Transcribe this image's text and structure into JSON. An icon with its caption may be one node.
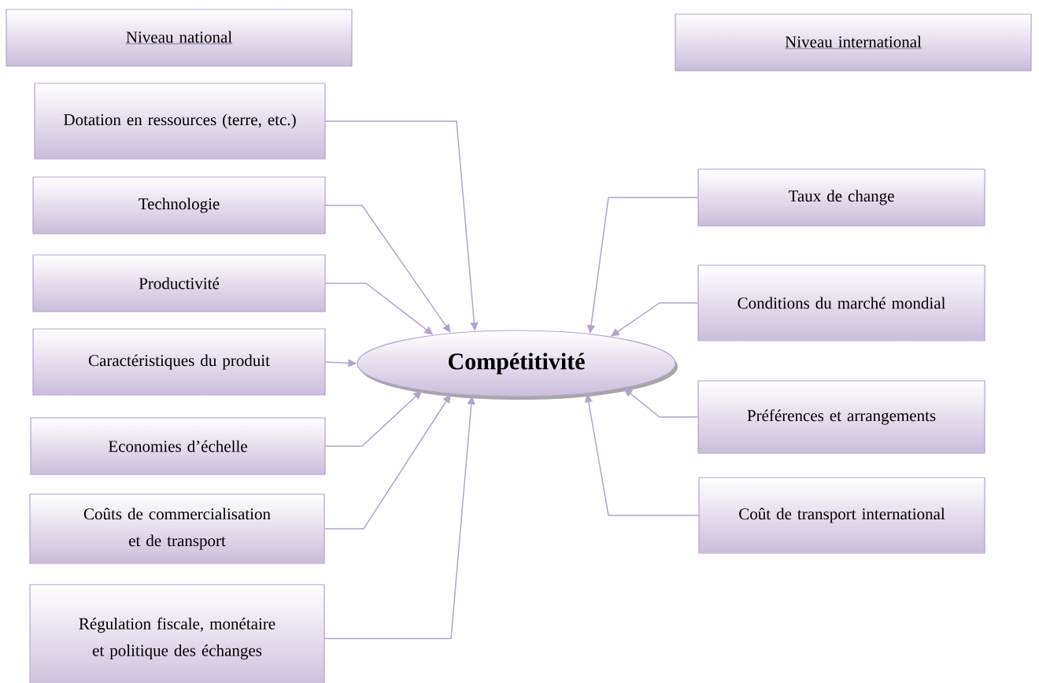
{
  "diagram": {
    "nodes": [
      {
        "text": [
          "Niveau national"
        ]
      },
      {
        "text": [
          "Niveau international"
        ]
      },
      {
        "text": [
          "Dotation en ressources (terre, etc.)"
        ]
      },
      {
        "text": [
          "Technologie"
        ]
      },
      {
        "text": [
          "Productivité"
        ]
      },
      {
        "text": [
          "Caractéristiques du produit"
        ]
      },
      {
        "text": [
          "Economies d’échelle"
        ]
      },
      {
        "text": [
          "Coûts de commercialisation et de transport"
        ]
      },
      {
        "text": [
          "Régulation fiscale, monétaire et politique des échanges"
        ]
      },
      {
        "text": [
          "Compétitivité"
        ]
      },
      {
        "text": [
          "Taux de change"
        ]
      },
      {
        "text": [
          "Conditions du marché mondial"
        ]
      },
      {
        "text": [
          "Préférences et arrangements"
        ]
      },
      {
        "text": [
          "Coût de transport international"
        ]
      }
    ],
    "edges": [
      {
        "from": 2,
        "to": 9,
        "arrow": "to"
      },
      {
        "from": 3,
        "to": 9,
        "arrow": "to"
      },
      {
        "from": 4,
        "to": 9,
        "arrow": "to"
      },
      {
        "from": 5,
        "to": 9,
        "arrow": "to"
      },
      {
        "from": 6,
        "to": 9,
        "arrow": "to"
      },
      {
        "from": 7,
        "to": 9,
        "arrow": "to"
      },
      {
        "from": 8,
        "to": 9,
        "arrow": "to"
      },
      {
        "from": 10,
        "to": 9,
        "arrow": "to"
      },
      {
        "from": 11,
        "to": 9,
        "arrow": "to"
      },
      {
        "from": 12,
        "to": 9,
        "arrow": "to"
      },
      {
        "from": 13,
        "to": 9,
        "arrow": "to"
      }
    ]
  }
}
